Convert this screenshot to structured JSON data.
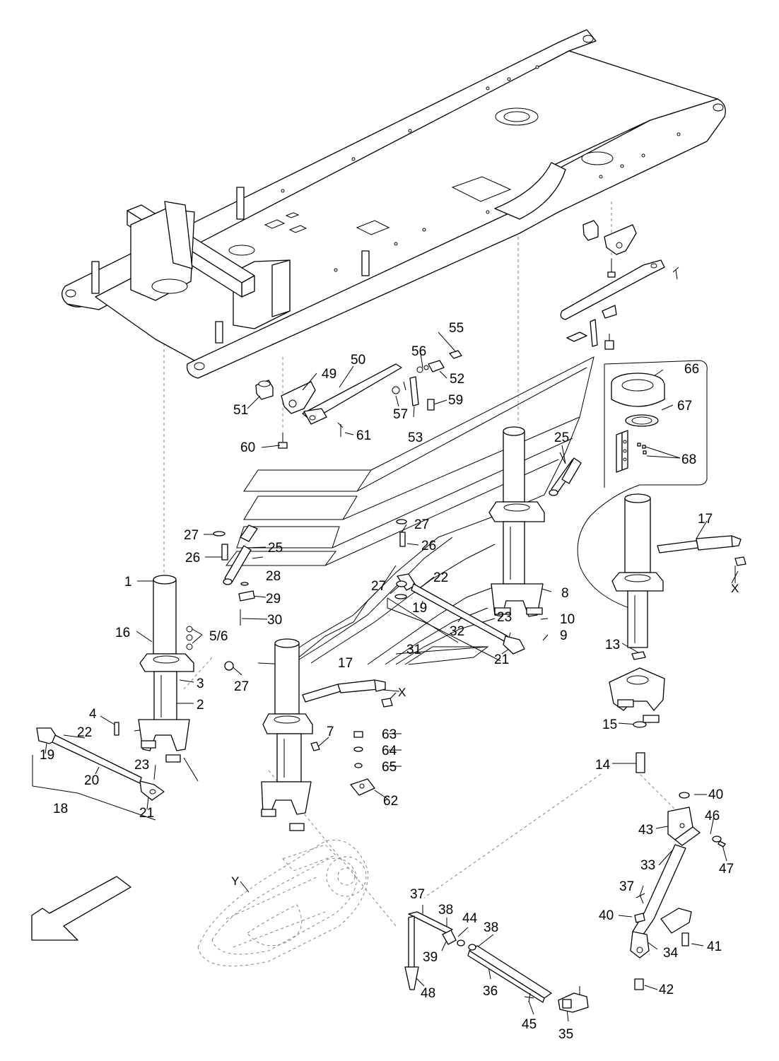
{
  "callouts": [
    {
      "id": "c1",
      "text": "1"
    },
    {
      "id": "c2",
      "text": "2"
    },
    {
      "id": "c3",
      "text": "3"
    },
    {
      "id": "c4",
      "text": "4"
    },
    {
      "id": "c56",
      "text": "5/6"
    },
    {
      "id": "c7",
      "text": "7"
    },
    {
      "id": "c8",
      "text": "8"
    },
    {
      "id": "c9",
      "text": "9"
    },
    {
      "id": "c10",
      "text": "10"
    },
    {
      "id": "c13",
      "text": "13"
    },
    {
      "id": "c14",
      "text": "14"
    },
    {
      "id": "c15",
      "text": "15"
    },
    {
      "id": "c16",
      "text": "16"
    },
    {
      "id": "c17a",
      "text": "17"
    },
    {
      "id": "c17b",
      "text": "17"
    },
    {
      "id": "c18",
      "text": "18"
    },
    {
      "id": "c19a",
      "text": "19"
    },
    {
      "id": "c19b",
      "text": "19"
    },
    {
      "id": "c20",
      "text": "20"
    },
    {
      "id": "c21a",
      "text": "21"
    },
    {
      "id": "c21b",
      "text": "21"
    },
    {
      "id": "c22a",
      "text": "22"
    },
    {
      "id": "c22b",
      "text": "22"
    },
    {
      "id": "c23a",
      "text": "23"
    },
    {
      "id": "c23b",
      "text": "23"
    },
    {
      "id": "c25a",
      "text": "25"
    },
    {
      "id": "c25b",
      "text": "25"
    },
    {
      "id": "c26a",
      "text": "26"
    },
    {
      "id": "c26b",
      "text": "26"
    },
    {
      "id": "c27a",
      "text": "27"
    },
    {
      "id": "c27b",
      "text": "27"
    },
    {
      "id": "c27c",
      "text": "27"
    },
    {
      "id": "c27d",
      "text": "27"
    },
    {
      "id": "c28",
      "text": "28"
    },
    {
      "id": "c29",
      "text": "29"
    },
    {
      "id": "c30",
      "text": "30"
    },
    {
      "id": "c31",
      "text": "31"
    },
    {
      "id": "c32",
      "text": "32"
    },
    {
      "id": "c33",
      "text": "33"
    },
    {
      "id": "c34",
      "text": "34"
    },
    {
      "id": "c35",
      "text": "35"
    },
    {
      "id": "c36",
      "text": "36"
    },
    {
      "id": "c37a",
      "text": "37"
    },
    {
      "id": "c37b",
      "text": "37"
    },
    {
      "id": "c38a",
      "text": "38"
    },
    {
      "id": "c38b",
      "text": "38"
    },
    {
      "id": "c39",
      "text": "39"
    },
    {
      "id": "c40a",
      "text": "40"
    },
    {
      "id": "c40b",
      "text": "40"
    },
    {
      "id": "c41",
      "text": "41"
    },
    {
      "id": "c42",
      "text": "42"
    },
    {
      "id": "c43",
      "text": "43"
    },
    {
      "id": "c44",
      "text": "44"
    },
    {
      "id": "c45",
      "text": "45"
    },
    {
      "id": "c46",
      "text": "46"
    },
    {
      "id": "c47",
      "text": "47"
    },
    {
      "id": "c48",
      "text": "48"
    },
    {
      "id": "c49",
      "text": "49"
    },
    {
      "id": "c50",
      "text": "50"
    },
    {
      "id": "c51",
      "text": "51"
    },
    {
      "id": "c52",
      "text": "52"
    },
    {
      "id": "c53",
      "text": "53"
    },
    {
      "id": "c55",
      "text": "55"
    },
    {
      "id": "c56b",
      "text": "56"
    },
    {
      "id": "c57",
      "text": "57"
    },
    {
      "id": "c59",
      "text": "59"
    },
    {
      "id": "c60",
      "text": "60"
    },
    {
      "id": "c61",
      "text": "61"
    },
    {
      "id": "c62",
      "text": "62"
    },
    {
      "id": "c63",
      "text": "63"
    },
    {
      "id": "c64",
      "text": "64"
    },
    {
      "id": "c65",
      "text": "65"
    },
    {
      "id": "c66",
      "text": "66"
    },
    {
      "id": "c67",
      "text": "67"
    },
    {
      "id": "c68",
      "text": "68"
    }
  ],
  "letters": {
    "x1": "X",
    "x2": "X",
    "y": "Y"
  }
}
